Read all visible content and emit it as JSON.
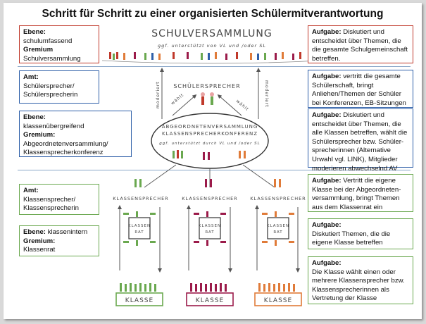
{
  "title": "Schritt für Schritt zu einer organisierten Schülermitverantwortung",
  "colors": {
    "red": "#c0392b",
    "blue": "#2e5fa8",
    "green": "#6aa84f",
    "orange": "#e07b39",
    "magenta": "#9b1b4a"
  },
  "left_boxes": {
    "schul": {
      "l1": "Ebene:",
      "l2": "schulumfassend",
      "l3": "Gremium",
      "l4": "Schulversammlung"
    },
    "amt_schueler": {
      "l1": "Amt:",
      "l2": "Schülersprecher/",
      "l3": "Schülersprecherin"
    },
    "ueber": {
      "l1": "Ebene:",
      "l2": "klassenübergreifend",
      "l3": "Gremium:",
      "l4": "Abgeordnetenversammlung/",
      "l5": "Klassensprecherkonferenz"
    },
    "amt_klasse": {
      "l1": "Amt:",
      "l2": "Klassensprecher/",
      "l3": "Klassensprecherin"
    },
    "intern": {
      "l1": "Ebene:",
      "l1b": "klassenintern",
      "l2": "Gremium:",
      "l3": "Klassenrat"
    }
  },
  "right_boxes": {
    "schul": {
      "label": "Aufgabe:",
      "text": "Diskutiert und entscheidet über Themen, die die gesamte Schulgemeinschaft betreffen."
    },
    "schuelersprecher": {
      "label": "Aufgabe:",
      "text": "vertritt die gesamte Schülerschaft, bringt Anliehen/Themen der Schüler bei Konferenzen, EB-Sitzungen etc. vor"
    },
    "abgeordnete": {
      "label": "Aufgabe:",
      "text": "Diskutiert und entscheidet über Themen, die alle Klassen betreffen, wählt die Schülersprecher bzw. Schüler-sprecherinnen (Alternative Urwahl vgl. LINK), Mitglieder moderieren abwechselnd AV und SV"
    },
    "klassensprecher": {
      "label": "Aufgabe:",
      "text": "Vertritt die eigene Klasse bei der Abgeordneten-versammlung, bringt Themen aus dem Klassenrat ein"
    },
    "klassenrat": {
      "label": "Aufgabe:",
      "text": "Diskutiert Themen, die die eigene Klasse betreffen"
    },
    "klasse": {
      "label": "Aufgabe:",
      "text": "Die Klasse wählt einen oder mehrere Klassensprecher bzw. Klassensprecherinnen als Vertretung der Klasse"
    }
  },
  "drawing": {
    "schulversammlung": "SCHULVERSAMMLUNG",
    "schulversammlung_note": "ggf. unterstützt von VL und /oder SL",
    "schuelersprecher": "SCHÜLERSPRECHER",
    "wählt": "wählt",
    "moderiert": "moderiert",
    "abgeordnete_1": "ABGEORDNETENVERSAMMLUNG",
    "abgeordnete_2": "KLASSENSPRECHERKONFERENZ",
    "abgeordnete_note": "ggf. unterstützt durch VL und /oder SL",
    "klassensprecher": "KLASSENSPRECHER",
    "klassenrat_1": "KLASSEN",
    "klassenrat_2": "RAT",
    "klasse": "KLASSE"
  }
}
